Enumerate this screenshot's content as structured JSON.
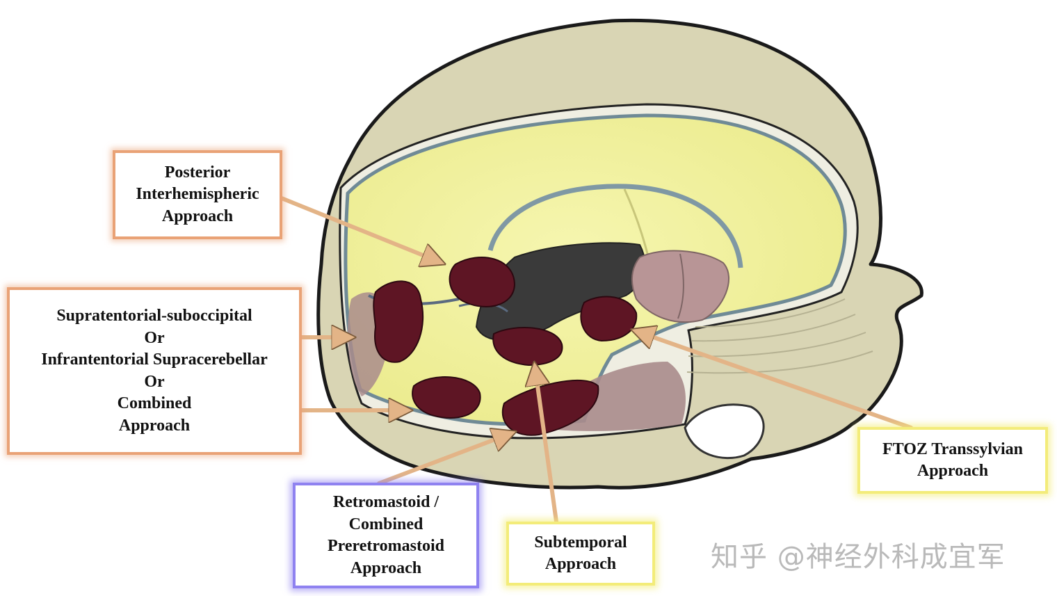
{
  "colors": {
    "skull": "#d9d5b4",
    "skull_outline": "#1a1a1a",
    "brain": "#f2f29c",
    "lesion": "#5e1524",
    "ventricle": "#3a3a3a",
    "cerebellum_tissue": "#a98b8c",
    "arrow": "#e3b487",
    "box_orange": "#e9a276",
    "box_yellow": "#f3ec7a",
    "box_blue": "#8f82f0"
  },
  "labels": {
    "posterior": [
      "Posterior",
      "Interhemispheric",
      "Approach"
    ],
    "supratentorial": [
      "Supratentorial-suboccipital",
      "Or",
      "Infrantentorial Supracerebellar",
      "Or",
      "Combined",
      "Approach"
    ],
    "retromastoid": [
      "Retromastoid /",
      "Combined",
      "Preretromastoid",
      "Approach"
    ],
    "subtemporal": [
      "Subtemporal",
      "Approach"
    ],
    "ftoz": [
      "FTOZ Transsylvian",
      "Approach"
    ]
  },
  "watermark": "知乎 @神经外科成宜军"
}
